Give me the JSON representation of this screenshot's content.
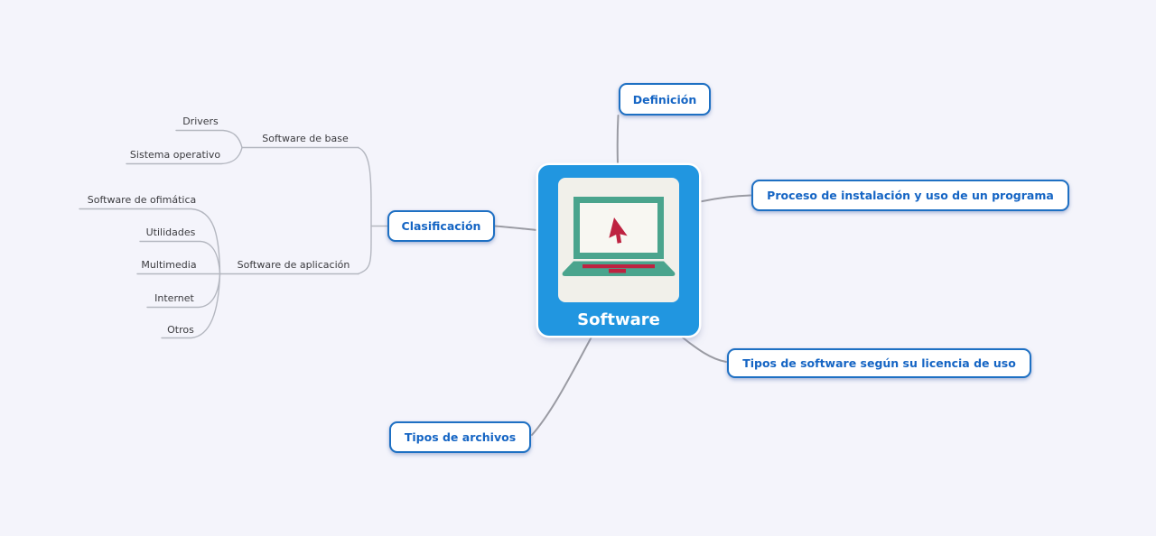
{
  "app": {
    "type": "mind-map-canvas",
    "background_color": "#f4f4fb"
  },
  "root": {
    "label": "Software",
    "icon": "laptop-cursor-icon",
    "fill_color": "#2196e0",
    "icon_panel_color": "#f1f0ea",
    "icon_teal_color": "#4aa48d",
    "icon_red_color": "#be2240"
  },
  "nodes": {
    "definicion": "Definición",
    "proceso": "Proceso de instalación y uso de un programa",
    "tipos_software": "Tipos de software según su licencia de uso",
    "tipos_archivos": "Tipos de archivos",
    "clasificacion": "Clasificación",
    "software_de_base": "Software de base",
    "drivers": "Drivers",
    "sistema_operativo": "Sistema operativo",
    "software_de_aplicacion": "Software de aplicación",
    "software_de_ofimatica": "Software de ofimática",
    "utilidades": "Utilidades",
    "multimedia": "Multimedia",
    "internet": "Internet",
    "otros": "Otros"
  },
  "structure": {
    "Software": {
      "Definición": [],
      "Proceso de instalación y uso de un programa": [],
      "Tipos de software según su licencia de uso": [],
      "Tipos de archivos": [],
      "Clasificación": {
        "Software de base": [
          "Drivers",
          "Sistema operativo"
        ],
        "Software de aplicación": [
          "Software de ofimática",
          "Utilidades",
          "Multimedia",
          "Internet",
          "Otros"
        ]
      }
    }
  },
  "colors": {
    "node_border": "#1e70c3",
    "node_text": "#1565c4",
    "root_text": "#ffffff",
    "connector_main": "#9a9ba3",
    "connector_branch": "#b4b7c0",
    "branch_label_text": "#3b3b3f"
  }
}
